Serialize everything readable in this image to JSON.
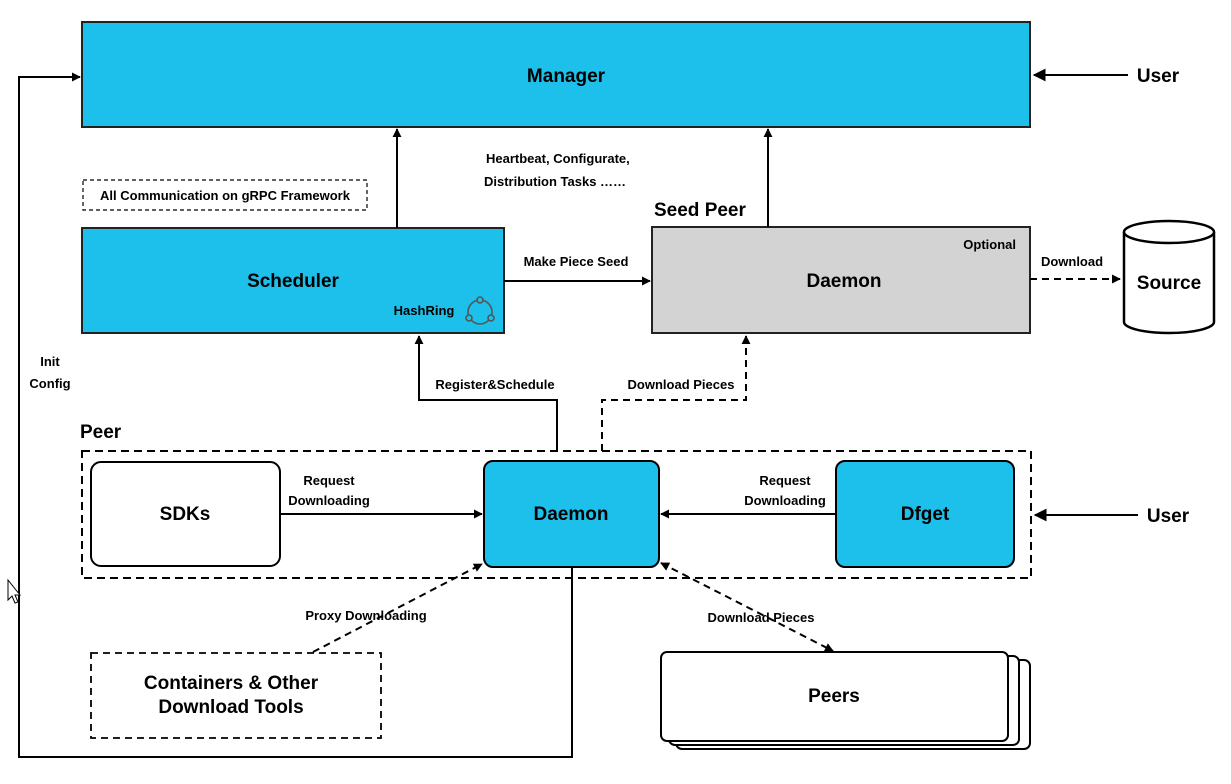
{
  "colors": {
    "accent": "#1cc0ea",
    "seed_box": "#d3d3d3",
    "line": "#000000",
    "background": "#ffffff"
  },
  "nodes": {
    "manager": "Manager",
    "scheduler": "Scheduler",
    "hashring": "HashRing",
    "seed_peer_title": "Seed Peer",
    "seed_daemon": "Daemon",
    "optional": "Optional",
    "source": "Source",
    "peer_title": "Peer",
    "sdks": "SDKs",
    "peer_daemon": "Daemon",
    "dfget": "Dfget",
    "containers_line1": "Containers & Other",
    "containers_line2": "Download Tools",
    "peers": "Peers",
    "user_top": "User",
    "user_bottom": "User"
  },
  "notes": {
    "grpc": "All Communication on gRPC Framework",
    "heartbeat_line1": "Heartbeat, Configurate,",
    "heartbeat_line2": "Distribution Tasks ……"
  },
  "edges": {
    "make_piece_seed": "Make Piece Seed",
    "download_source": "Download",
    "register_schedule": "Register&Schedule",
    "download_pieces_seed": "Download Pieces",
    "sdk_request_line1": "Request",
    "sdk_request_line2": "Downloading",
    "dfget_request_line1": "Request",
    "dfget_request_line2": "Downloading",
    "proxy_downloading": "Proxy Downloading",
    "download_pieces_peers": "Download Pieces",
    "init_config_line1": "Init",
    "init_config_line2": "Config"
  },
  "icons": {
    "hashring": "hashring-icon",
    "cursor": "mouse-cursor-icon"
  }
}
